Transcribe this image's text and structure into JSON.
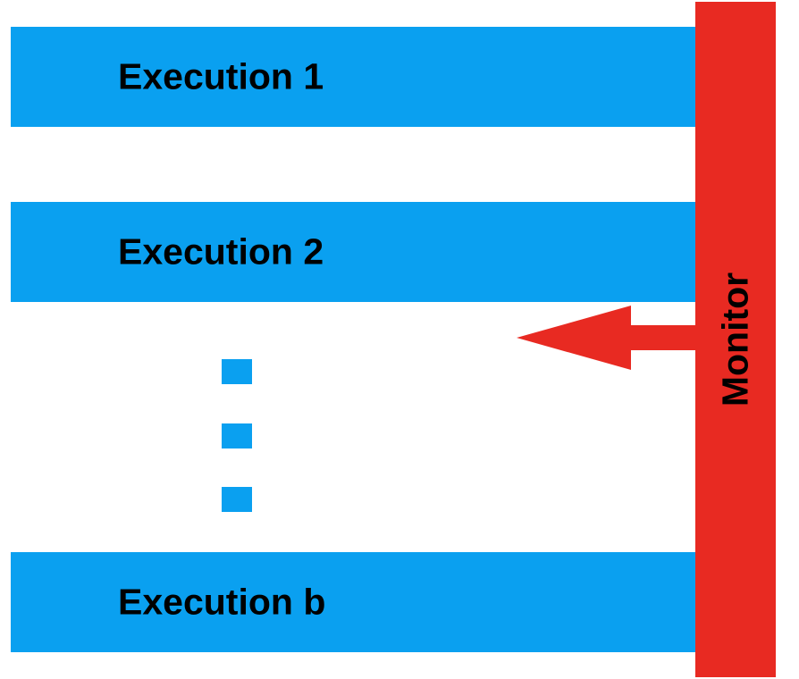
{
  "colors": {
    "execution_bar": "#0aa0f0",
    "monitor": "#e82a22",
    "label_text": "#000000",
    "background": "#ffffff"
  },
  "executions": [
    {
      "label": "Execution 1"
    },
    {
      "label": "Execution 2"
    },
    {
      "label": "Execution b"
    }
  ],
  "ellipsis_icon": "vertical-ellipsis-squares",
  "monitor": {
    "label": "Monitor"
  },
  "arrow_icon": "arrow-left-icon"
}
